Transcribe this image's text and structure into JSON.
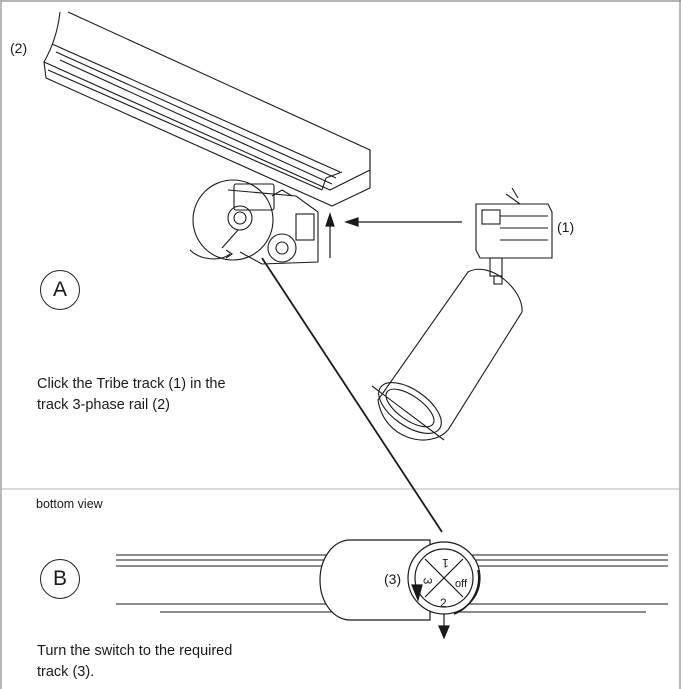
{
  "section_a": {
    "badge": "A",
    "instruction_line1": "Click the Tribe track (1) in the",
    "instruction_line2": "track 3-phase rail (2)",
    "callout_rail": "(2)",
    "callout_adapter": "(1)"
  },
  "section_b": {
    "view_label": "bottom view",
    "badge": "B",
    "callout_switch": "(3)",
    "switch_label_1": "1",
    "switch_label_2": "2",
    "switch_label_3": "3",
    "switch_label_off": "off",
    "instruction_line1": "Turn the switch to the required",
    "instruction_line2": "track (3)."
  },
  "colors": {
    "line": "#1a1a1a",
    "frame": "#8a8a8a",
    "background": "#ffffff"
  }
}
